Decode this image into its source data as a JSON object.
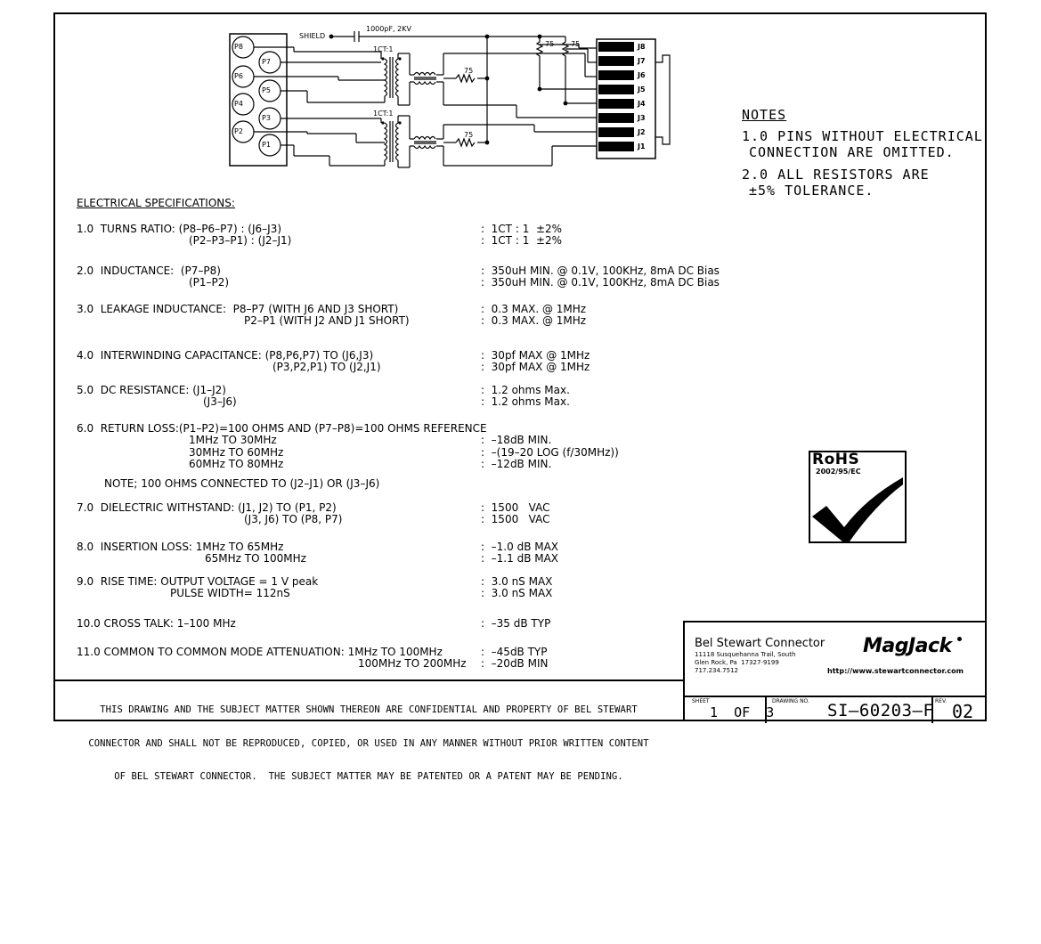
{
  "schematic": {
    "primary_pins": [
      "P8",
      "P6",
      "P4",
      "P2"
    ],
    "secondary_pins": [
      "P7",
      "P5",
      "P3",
      "P1"
    ],
    "jack_pins": [
      "J8",
      "J7",
      "J6",
      "J5",
      "J4",
      "J3",
      "J2",
      "J1"
    ],
    "shield": "SHIELD",
    "cap": "1000pF, 2KV",
    "ct_top": "1CT:1",
    "ct_bottom": "1CT:1",
    "res75": "75"
  },
  "notes": {
    "title": "NOTES",
    "n1a": "1.0 PINS WITHOUT ELECTRICAL",
    "n1b": "CONNECTION ARE OMITTED.",
    "n2a": "2.0 ALL RESISTORS ARE",
    "n2b": "±5% TOLERANCE."
  },
  "spec": {
    "heading": "ELECTRICAL SPECIFICATIONS:",
    "s1a": "1.0  TURNS RATIO: (P8–P6–P7) : (J6–J3)",
    "s1b": "(P2–P3–P1) : (J2–J1)",
    "v1a": ":  1CT : 1  ±2%",
    "v1b": ":  1CT : 1  ±2%",
    "s2a": "2.0  INDUCTANCE:  (P7–P8)",
    "s2b": "(P1–P2)",
    "v2a": ":  350uH MIN. @ 0.1V, 100KHz, 8mA DC Bias",
    "v2b": ":  350uH MIN. @ 0.1V, 100KHz, 8mA DC Bias",
    "s3a": "3.0  LEAKAGE INDUCTANCE:  P8–P7 (WITH J6 AND J3 SHORT)",
    "s3b": "P2–P1 (WITH J2 AND J1 SHORT)",
    "v3a": ":  0.3 MAX. @ 1MHz",
    "v3b": ":  0.3 MAX. @ 1MHz",
    "s4a": "4.0  INTERWINDING CAPACITANCE: (P8,P6,P7) TO (J6,J3)",
    "s4b": "(P3,P2,P1) TO (J2,J1)",
    "v4a": ":  30pf MAX @ 1MHz",
    "v4b": ":  30pf MAX @ 1MHz",
    "s5a": "5.0  DC RESISTANCE: (J1–J2)",
    "s5b": "(J3–J6)",
    "v5a": ":  1.2 ohms Max.",
    "v5b": ":  1.2 ohms Max.",
    "s6a": "6.0  RETURN LOSS:(P1–P2)=100 OHMS AND (P7–P8)=100 OHMS REFERENCE",
    "s6b": "1MHz TO 30MHz",
    "s6c": "30MHz TO 60MHz",
    "s6d": "60MHz TO 80MHz",
    "v6b": ":  –18dB MIN.",
    "v6c": ":  –(19–20 LOG (f/30MHz))",
    "v6d": ":  –12dB MIN.",
    "s6note": "NOTE; 100 OHMS CONNECTED TO (J2–J1) OR (J3–J6)",
    "s7a": "7.0  DIELECTRIC WITHSTAND: (J1, J2) TO (P1, P2)",
    "s7b": "(J3, J6) TO (P8, P7)",
    "v7a": ":  1500   VAC",
    "v7b": ":  1500   VAC",
    "s8a": "8.0  INSERTION LOSS: 1MHz TO 65MHz",
    "s8b": "65MHz TO 100MHz",
    "v8a": ":  –1.0 dB MAX",
    "v8b": ":  –1.1 dB MAX",
    "s9a": "9.0  RISE TIME: OUTPUT VOLTAGE = 1 V peak",
    "s9b": "PULSE WIDTH= 112nS",
    "v9a": ":  3.0 nS MAX",
    "v9b": ":  3.0 nS MAX",
    "s10": "10.0 CROSS TALK: 1–100 MHz",
    "v10": ":  –35 dB TYP",
    "s11a": "11.0 COMMON TO COMMON MODE ATTENUATION: 1MHz TO 100MHz",
    "s11b": "100MHz TO 200MHz",
    "v11a": ":  –45dB TYP",
    "v11b": ":  –20dB MIN"
  },
  "rohs": {
    "title": "RoHS",
    "sub": "2002/95/EC"
  },
  "confidential": {
    "l1": "THIS DRAWING AND THE SUBJECT MATTER SHOWN THEREON ARE CONFIDENTIAL AND PROPERTY OF BEL STEWART",
    "l2": "CONNECTOR AND SHALL NOT BE REPRODUCED, COPIED, OR USED IN ANY MANNER WITHOUT PRIOR WRITTEN CONTENT",
    "l3": "OF BEL STEWART CONNECTOR.  THE SUBJECT MATTER MAY BE PATENTED OR A PATENT MAY BE PENDING."
  },
  "title_block": {
    "company": "Bel Stewart Connector",
    "addr1": "11118 Susquehanna Trail, South",
    "addr2": "Glen Rock, Pa  17327-9199",
    "phone": "717.234.7512",
    "logo": "MagJack",
    "url": "http://www.stewartconnector.com",
    "sheet_label": "SHEET",
    "sheet": "1  OF  3",
    "drawing_label": "DRAWING NO.",
    "drawing_no": "SI–60203–F",
    "rev_label": "REV.",
    "rev": "02"
  }
}
